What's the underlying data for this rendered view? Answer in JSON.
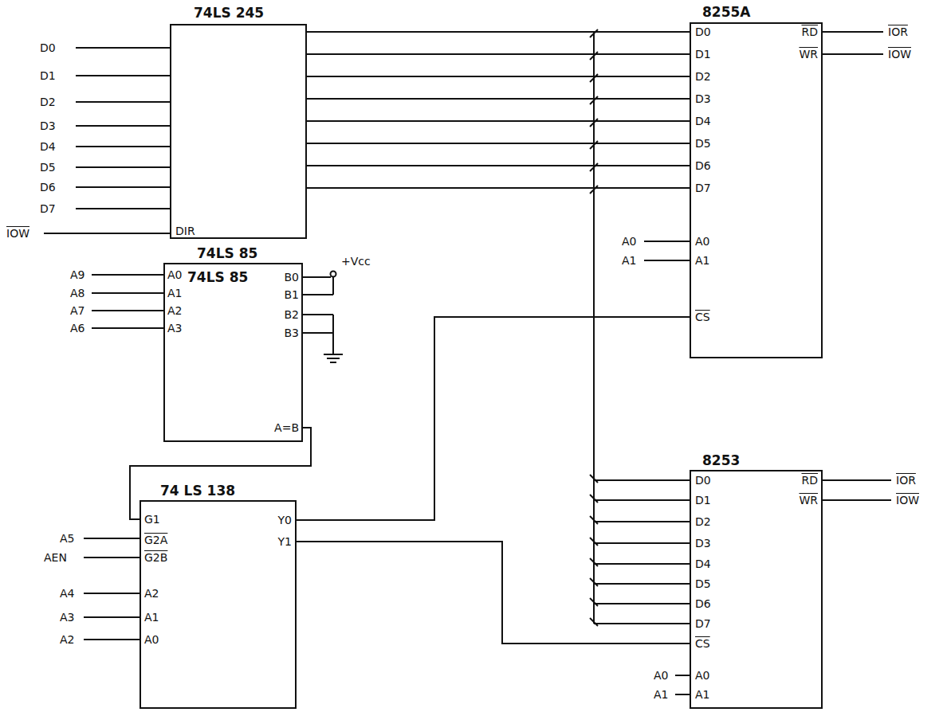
{
  "diagram": {
    "nodes": [
      {
        "text": [
          "74LS 245"
        ]
      },
      {
        "text": [
          "8255A"
        ]
      },
      {
        "text": [
          "74LS 85",
          "74LS 85"
        ]
      },
      {
        "text": [
          "8253"
        ]
      },
      {
        "text": [
          "74 LS 138"
        ]
      }
    ],
    "edges": [
      {
        "from": 0,
        "to": 1,
        "arrow": "none"
      },
      {
        "from": 0,
        "to": 3,
        "arrow": "none"
      },
      {
        "from": 2,
        "to": 4,
        "arrow": "none"
      },
      {
        "from": 4,
        "to": 1,
        "arrow": "none"
      },
      {
        "from": 4,
        "to": 3,
        "arrow": "none"
      }
    ],
    "labels": [
      "D0",
      "D1",
      "D2",
      "D3",
      "D4",
      "D5",
      "D6",
      "D7",
      "IOW",
      "DIR",
      "A9",
      "A8",
      "A7",
      "A6",
      "A0",
      "A1",
      "A2",
      "A3",
      "B0",
      "B1",
      "B2",
      "B3",
      "+Vcc",
      "A=B",
      "D0",
      "D1",
      "D2",
      "D3",
      "D4",
      "D5",
      "D6",
      "D7",
      "RD",
      "WR",
      "A0",
      "A1",
      "CS",
      "IOR",
      "IOW",
      "A0",
      "A1",
      "D0",
      "D1",
      "D2",
      "D3",
      "D4",
      "D5",
      "D6",
      "D7",
      "RD",
      "WR",
      "CS",
      "A0",
      "A1",
      "IOR",
      "IOW",
      "A0",
      "A1",
      "A5",
      "AEN",
      "A4",
      "A3",
      "A2",
      "G1",
      "G2A",
      "G2B",
      "A2",
      "A1",
      "A0",
      "Y0",
      "Y1"
    ]
  }
}
